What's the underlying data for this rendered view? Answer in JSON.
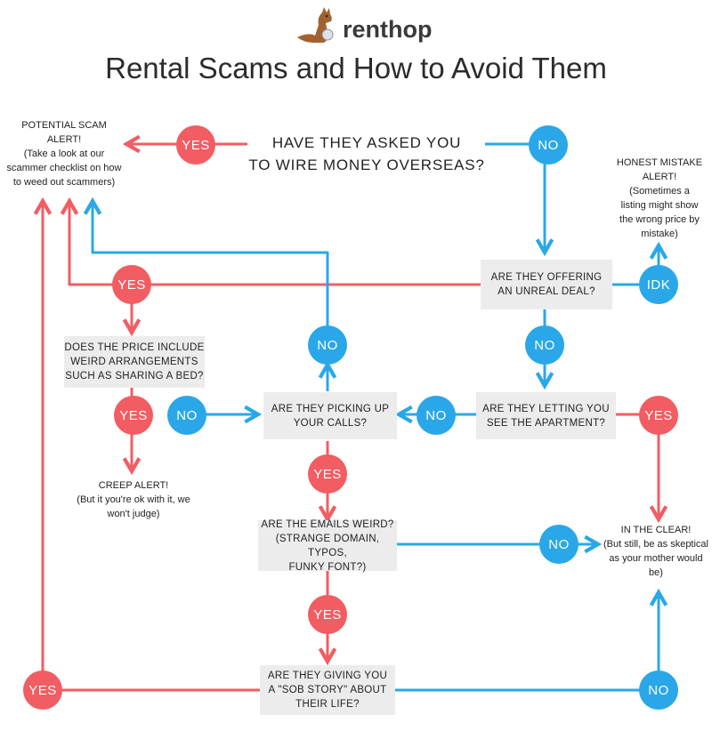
{
  "header": {
    "brand": "renthop",
    "title": "Rental Scams and How to Avoid Them"
  },
  "colors": {
    "yes": "#f15d62",
    "no": "#2aa7e8",
    "idk": "#2aa7e8",
    "box": "#ececec"
  },
  "nodes": {
    "q_wire": "HAVE THEY ASKED YOU\nTO WIRE MONEY OVERSEAS?",
    "q_deal": "ARE THEY OFFERING\nAN UNREAL DEAL?",
    "q_see": "ARE THEY LETTING YOU\nSEE THE APARTMENT?",
    "q_calls": "ARE THEY PICKING UP\nYOUR CALLS?",
    "q_price": "DOES THE PRICE INCLUDE\nWEIRD ARRANGEMENTS\nSUCH AS SHARING A BED?",
    "q_emails": "ARE THE EMAILS WEIRD?\n(STRANGE DOMAIN, TYPOS,\nFUNKY FONT?)",
    "q_sob": "ARE THEY GIVING YOU\nA \"SOB STORY\" ABOUT\nTHEIR LIFE?",
    "scam": "POTENTIAL SCAM\nALERT!\n(Take a look at our\nscammer checklist on how\nto weed out scammers)",
    "honest": "HONEST MISTAKE\nALERT!\n(Sometimes a\nlisting might show\nthe wrong price by\nmistake)",
    "creep": "CREEP ALERT!\n(But it you're ok with it, we\nwon't judge)",
    "clear": "IN THE CLEAR!\n(But still, be as skeptical\nas your mother would\nbe)"
  },
  "answers": {
    "yes": "YES",
    "no": "NO",
    "idk": "IDK"
  }
}
